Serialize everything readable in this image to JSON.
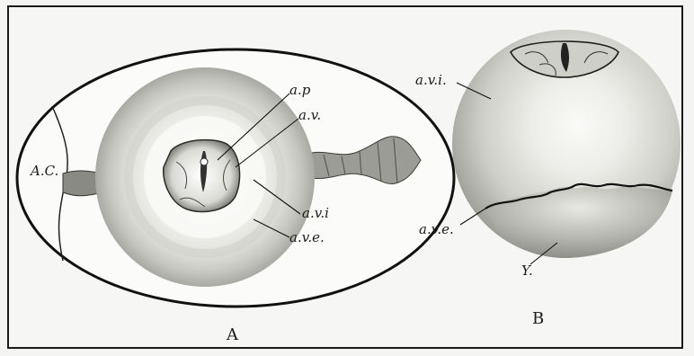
{
  "figure_a": {
    "caption": "A",
    "labels": {
      "air_chamber": "A.C.",
      "area_pellucida": "a.p",
      "area_vasculosa": "a.v.",
      "area_vitellina_interna": "a.v.i",
      "area_vitellina_externa": "a.v.e."
    }
  },
  "figure_b": {
    "caption": "B",
    "labels": {
      "area_vitellina_interna": "a.v.i.",
      "area_vitellina_externa": "a.v.e.",
      "yolk": "Y."
    }
  }
}
